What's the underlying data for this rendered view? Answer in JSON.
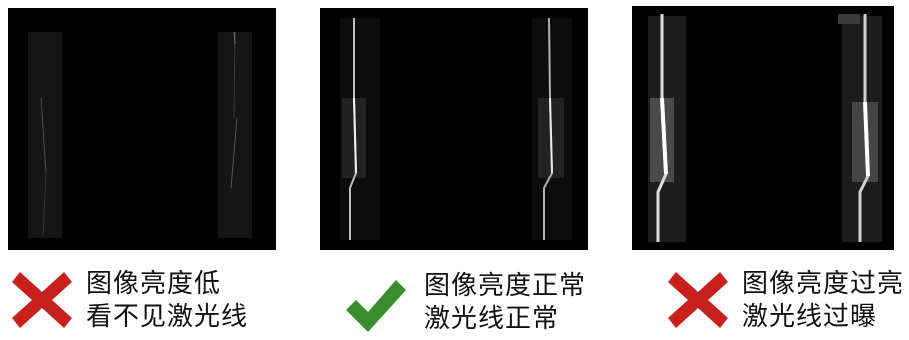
{
  "panels": [
    {
      "status": "bad",
      "status_icon": "cross-icon",
      "status_color": "#c8201d",
      "line1": "图像亮度低",
      "line2": "看不见激光线",
      "brightness": "low"
    },
    {
      "status": "good",
      "status_icon": "check-icon",
      "status_color": "#3a8d2c",
      "line1": "图像亮度正常",
      "line2": "激光线正常",
      "brightness": "normal"
    },
    {
      "status": "bad",
      "status_icon": "cross-icon",
      "status_color": "#c8201d",
      "line1": "图像亮度过亮",
      "line2": "激光线过曝",
      "brightness": "overexposed"
    }
  ]
}
